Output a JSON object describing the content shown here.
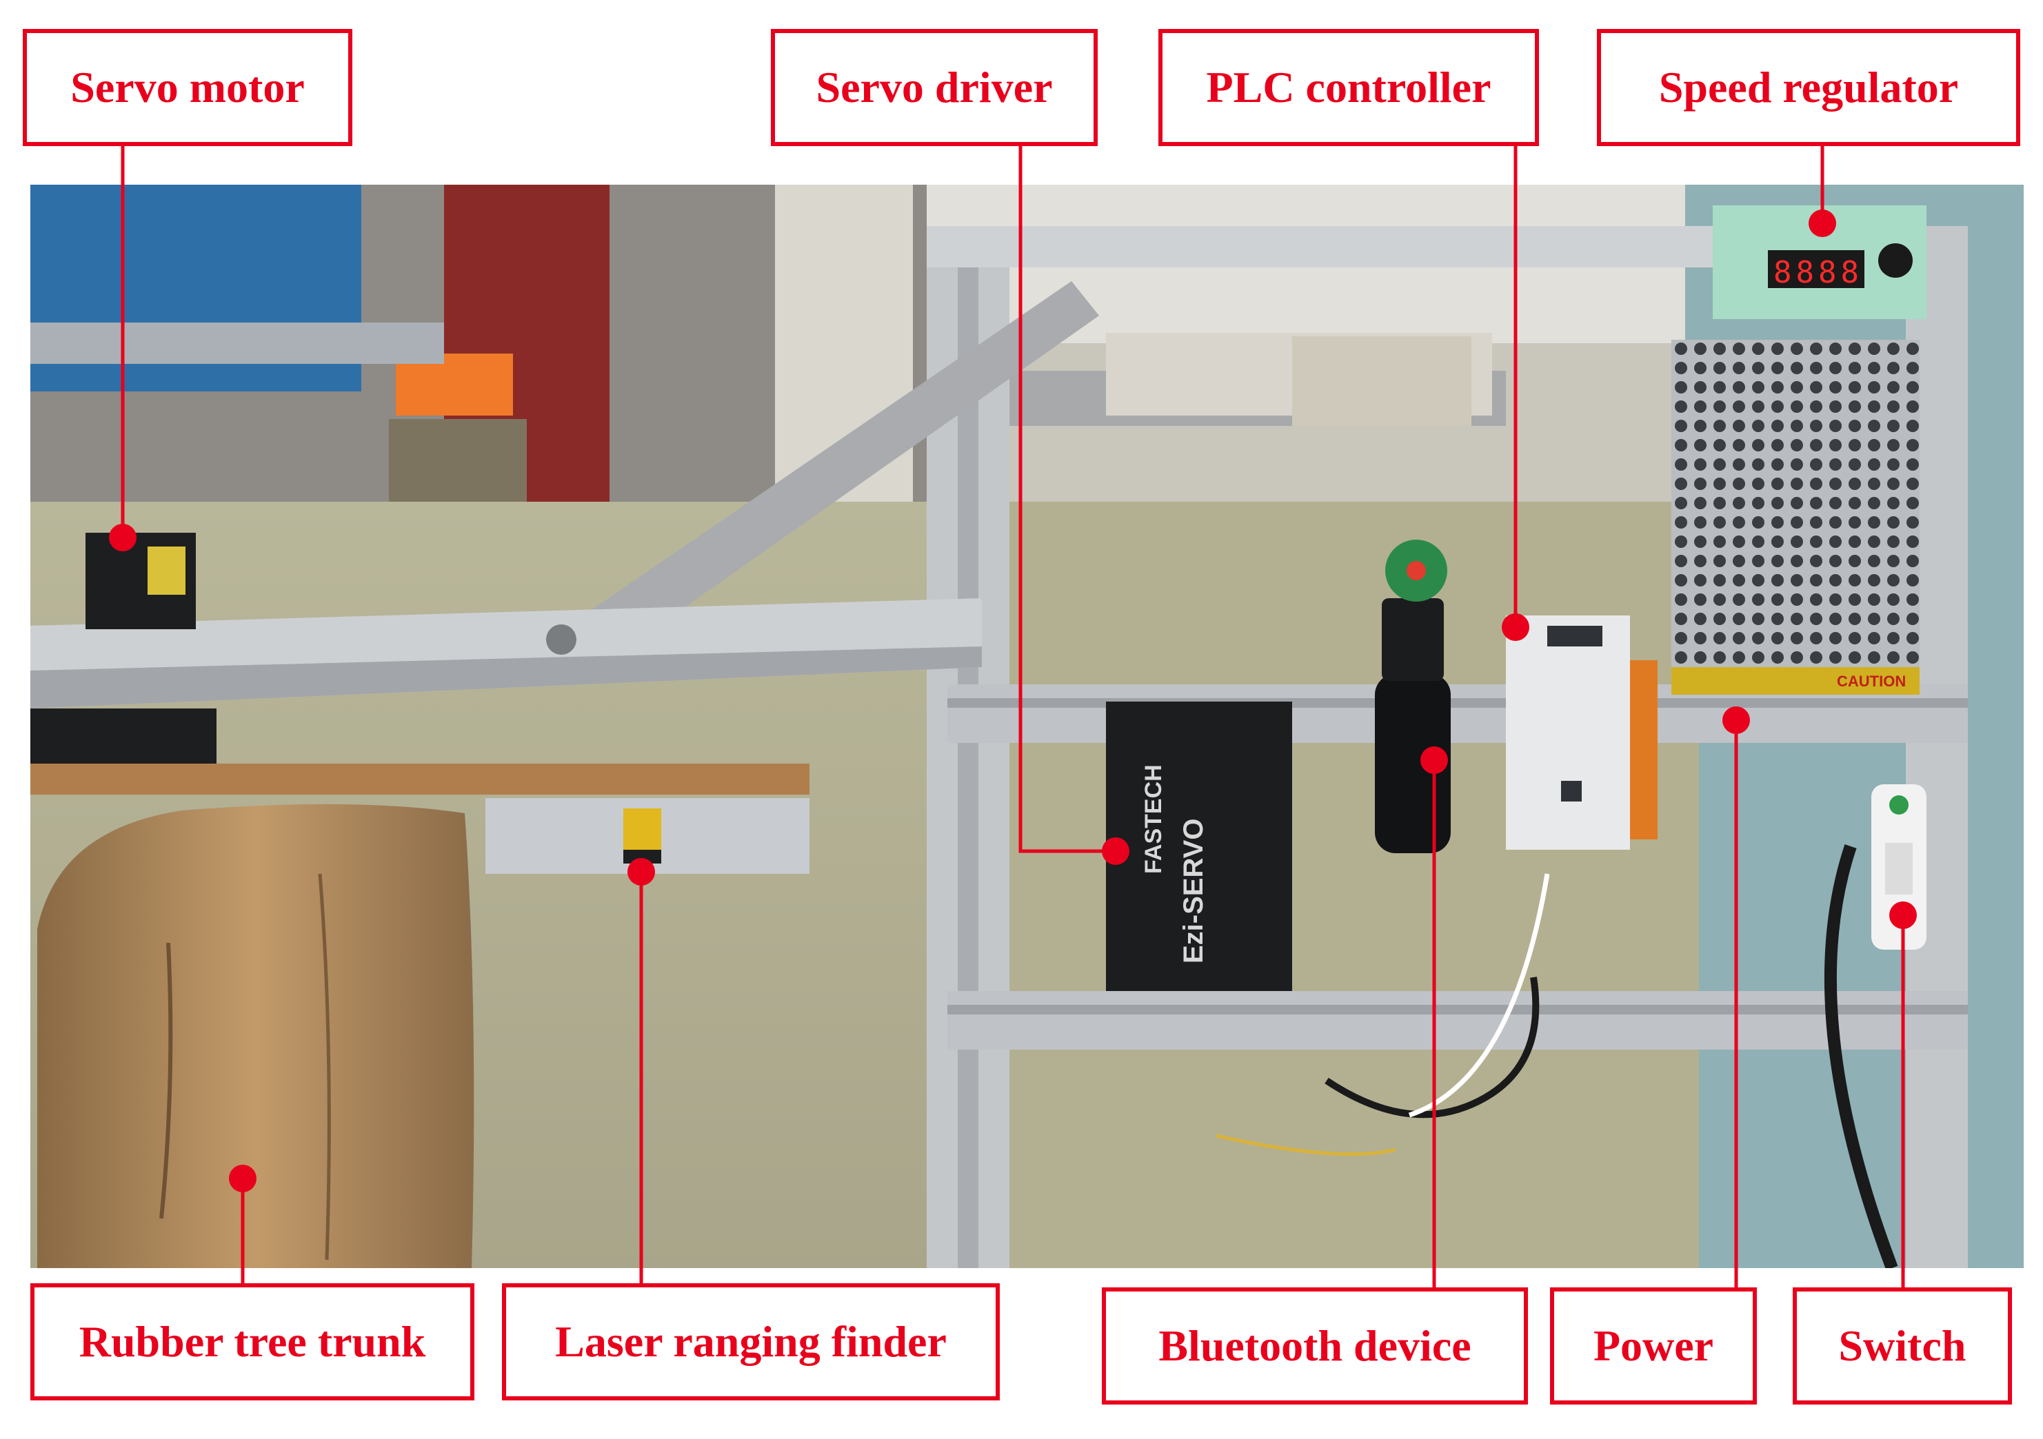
{
  "labels": {
    "servo_motor": "Servo motor",
    "servo_driver": "Servo driver",
    "plc_controller": "PLC controller",
    "speed_regulator": "Speed regulator",
    "rubber_tree_trunk": "Rubber tree trunk",
    "laser_ranging_finder": "Laser ranging finder",
    "bluetooth_device": "Bluetooth device",
    "power": "Power",
    "switch": "Switch"
  },
  "device_text": {
    "driver_brand": "FASTECH",
    "driver_model": "Ezi-SERVO",
    "regulator_display": "8888",
    "caution": "CAUTION"
  },
  "colors": {
    "annotation": "#e8001c",
    "background": "#ffffff"
  }
}
